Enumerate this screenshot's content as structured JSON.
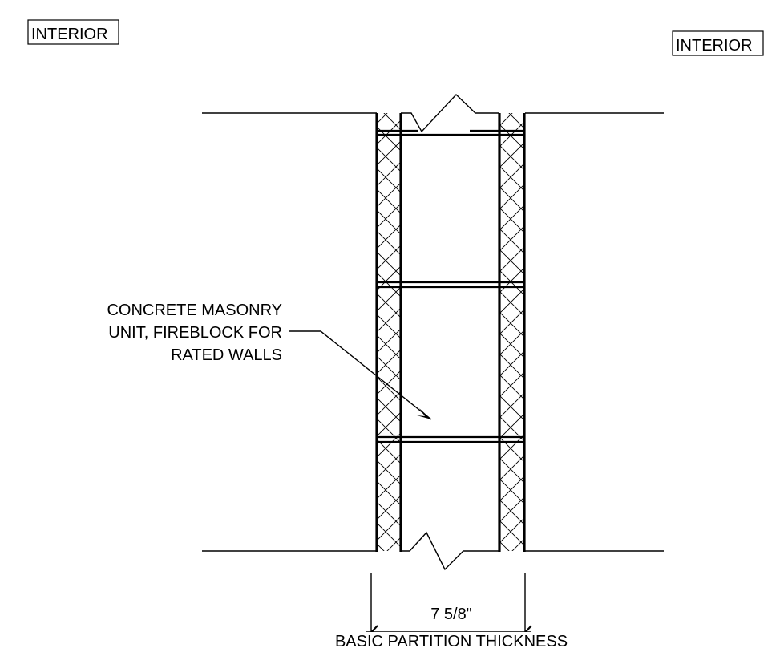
{
  "tags": {
    "left": "INTERIOR",
    "right": "INTERIOR"
  },
  "callout": {
    "line1": "CONCRETE MASONRY",
    "line2": "UNIT, FIREBLOCK FOR",
    "line3": "RATED WALLS"
  },
  "dimension": {
    "value": "7 5/8\"",
    "caption": "BASIC PARTITION THICKNESS"
  }
}
